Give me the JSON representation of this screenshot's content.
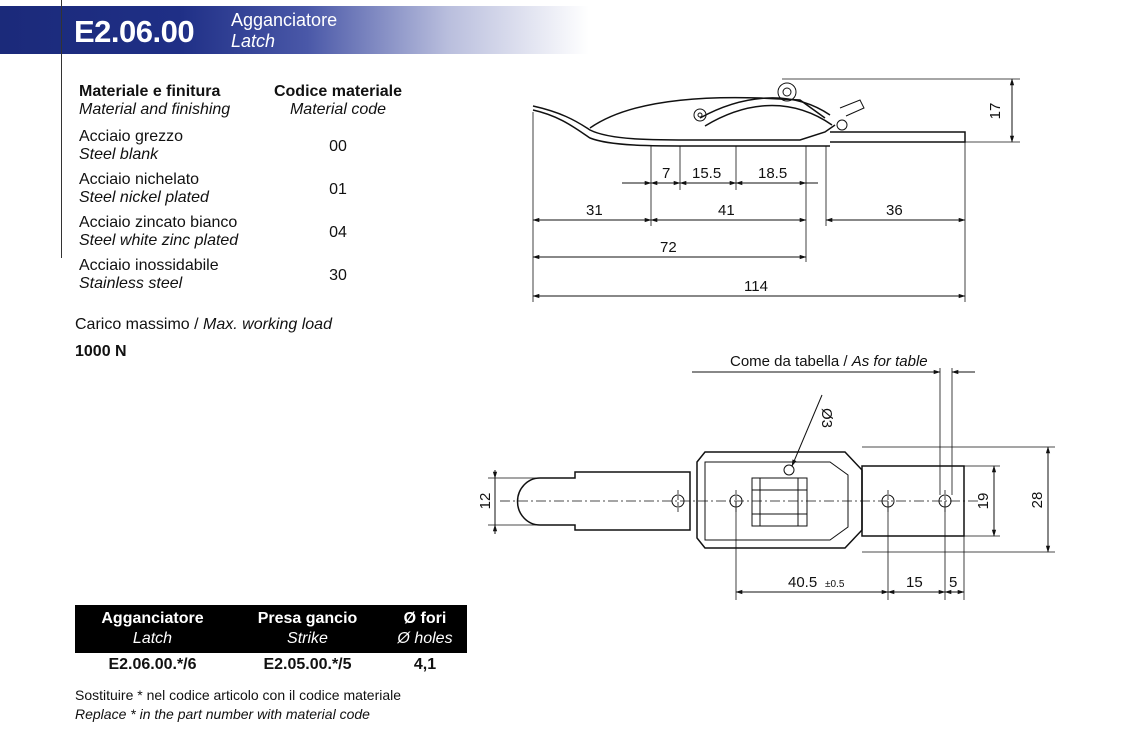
{
  "header": {
    "code": "E2.06.00",
    "title_it": "Agganciatore",
    "title_en": "Latch"
  },
  "materials": {
    "col1_it": "Materiale e finitura",
    "col1_en": "Material and finishing",
    "col2_it": "Codice materiale",
    "col2_en": "Material code",
    "rows": [
      {
        "it": "Acciaio grezzo",
        "en": "Steel blank",
        "code": "00"
      },
      {
        "it": "Acciaio nichelato",
        "en": "Steel nickel plated",
        "code": "01"
      },
      {
        "it": "Acciaio zincato bianco",
        "en": "Steel white zinc plated",
        "code": "04"
      },
      {
        "it": "Acciaio inossidabile",
        "en": "Stainless steel",
        "code": "30"
      }
    ]
  },
  "load": {
    "label_it": "Carico massimo / ",
    "label_en": "Max. working load",
    "value": "1000 N"
  },
  "table": {
    "headers": [
      {
        "it": "Agganciatore",
        "en": "Latch"
      },
      {
        "it": "Presa gancio",
        "en": "Strike"
      },
      {
        "it": "Ø fori",
        "en": "Ø holes"
      }
    ],
    "row": [
      "E2.06.00.*/6",
      "E2.05.00.*/5",
      "4,1"
    ]
  },
  "footnote": {
    "it": "Sostituire * nel codice articolo con il codice materiale",
    "en": "Replace * in the part number with material code"
  },
  "drawing": {
    "side": {
      "d7": "7",
      "d15_5": "15.5",
      "d18_5": "18.5",
      "d31": "31",
      "d41": "41",
      "d36": "36",
      "d72": "72",
      "d114": "114",
      "d17": "17"
    },
    "top": {
      "note_it": "Come da tabella / ",
      "note_en": "As for table",
      "d_hole": "Ø3",
      "d12": "12",
      "d19": "19",
      "d28": "28",
      "d40_5": "40.5",
      "tol": "±0.5",
      "d15": "15",
      "d5": "5"
    }
  }
}
